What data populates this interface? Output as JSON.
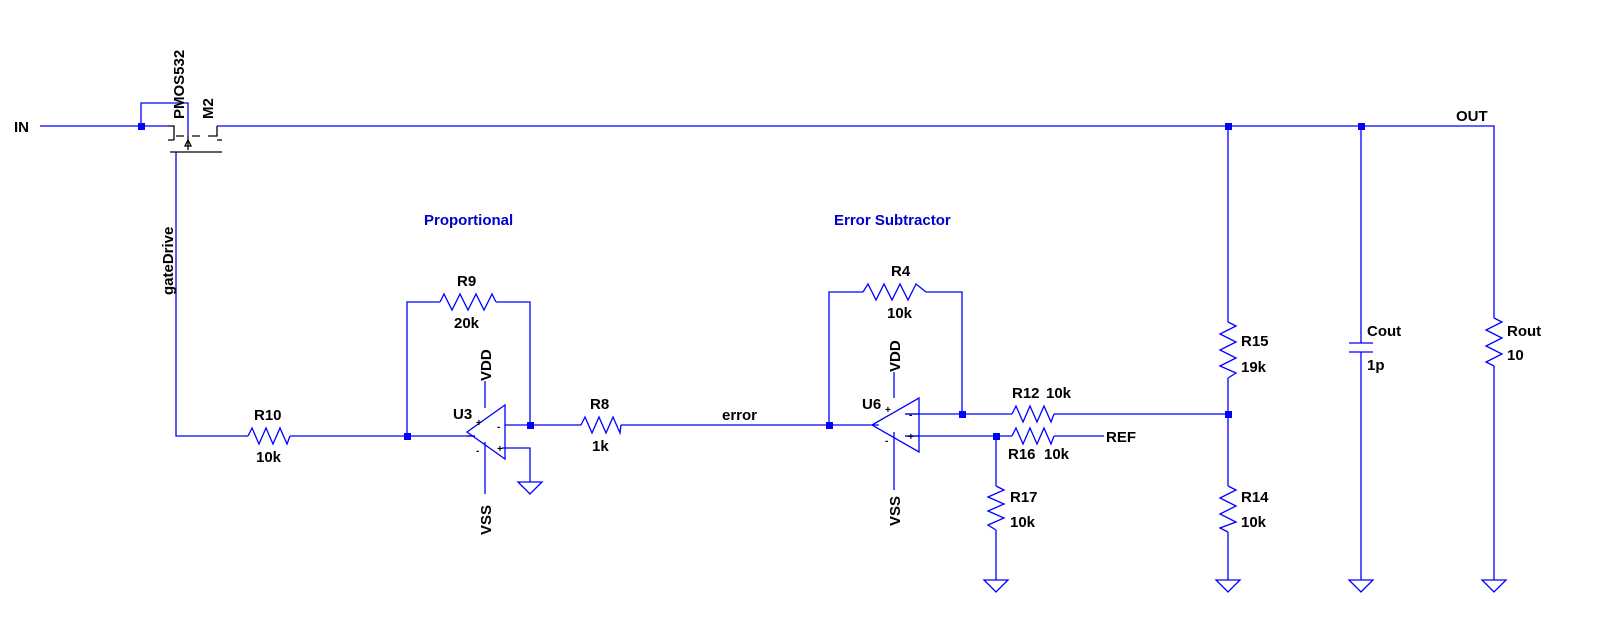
{
  "comments": {
    "proportional": "Proportional",
    "error_subtractor": "Error Subtractor"
  },
  "nets": {
    "in": "IN",
    "out": "OUT",
    "gate_drive": "gateDrive",
    "error": "error",
    "ref": "REF",
    "vdd": "VDD",
    "vss": "VSS"
  },
  "components": {
    "m2": {
      "name": "M2",
      "model": "PMOS532"
    },
    "r10": {
      "name": "R10",
      "value": "10k"
    },
    "r9": {
      "name": "R9",
      "value": "20k"
    },
    "r8": {
      "name": "R8",
      "value": "1k"
    },
    "r4": {
      "name": "R4",
      "value": "10k"
    },
    "r12": {
      "name": "R12",
      "value": "10k"
    },
    "r16": {
      "name": "R16",
      "value": "10k"
    },
    "r17": {
      "name": "R17",
      "value": "10k"
    },
    "r15": {
      "name": "R15",
      "value": "19k"
    },
    "r14": {
      "name": "R14",
      "value": "10k"
    },
    "cout": {
      "name": "Cout",
      "value": "1p"
    },
    "rout": {
      "name": "Rout",
      "value": "10"
    },
    "u3": {
      "name": "U3"
    },
    "u6": {
      "name": "U6"
    }
  },
  "pins": {
    "plus": "+",
    "minus": "-"
  }
}
